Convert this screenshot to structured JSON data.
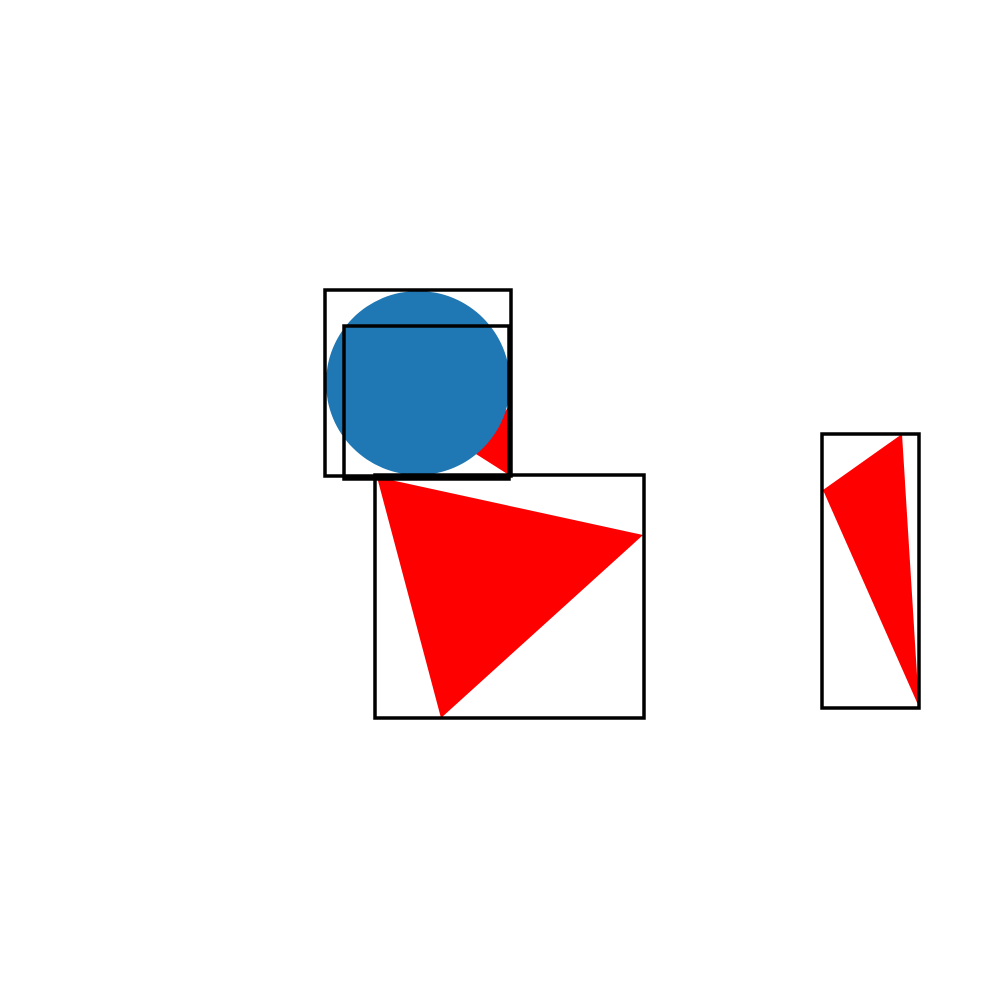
{
  "canvas": {
    "background": "#ffffff"
  },
  "colors": {
    "circle": "#1f77b4",
    "triangle": "#ff0000",
    "box_stroke": "#000000"
  },
  "shapes": [
    {
      "kind": "circle",
      "name": "blue-circle",
      "color_key": "circle"
    },
    {
      "kind": "triangle",
      "name": "small-red-triangle",
      "color_key": "triangle"
    },
    {
      "kind": "triangle",
      "name": "large-red-triangle",
      "color_key": "triangle"
    },
    {
      "kind": "triangle",
      "name": "narrow-red-triangle",
      "color_key": "triangle"
    }
  ],
  "boxes": [
    {
      "name": "circle-bounding-box"
    },
    {
      "name": "small-triangle-bounding-box"
    },
    {
      "name": "large-triangle-bounding-box"
    },
    {
      "name": "narrow-triangle-bounding-box"
    }
  ]
}
